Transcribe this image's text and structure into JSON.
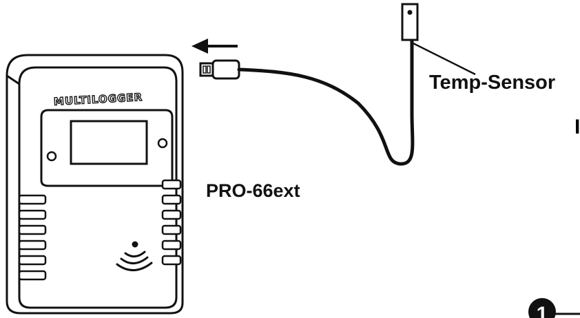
{
  "device": {
    "brand_text": "MULTILOGGER",
    "model_label": "PRO-66ext"
  },
  "sensor": {
    "label": "Temp-Sensor"
  },
  "callout": {
    "number": "1"
  },
  "edge_fragment": "I",
  "icons": [
    "arrow-left-icon",
    "usb-plug-icon",
    "wireless-icon",
    "temperature-probe-icon"
  ],
  "colors": {
    "line": "#111111",
    "background": "#ffffff"
  }
}
